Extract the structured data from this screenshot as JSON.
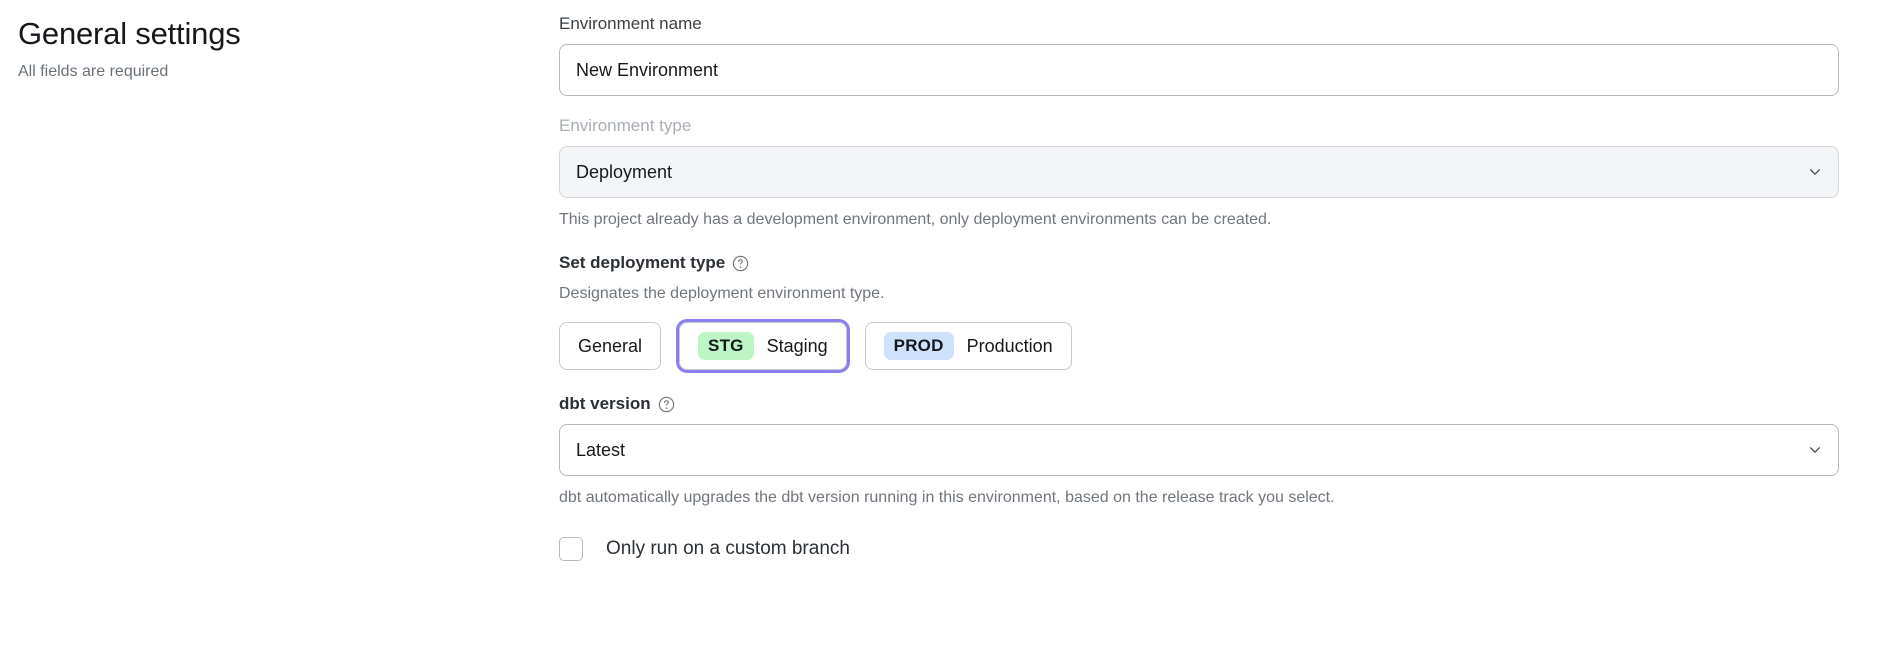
{
  "header": {
    "title": "General settings",
    "subtitle": "All fields are required"
  },
  "form": {
    "environment_name": {
      "label": "Environment name",
      "value": "New Environment",
      "placeholder": "Environment name"
    },
    "environment_type": {
      "label": "Environment type",
      "value": "Deployment",
      "help_text": "This project already has a development environment, only deployment environments can be created.",
      "chevron_icon": "chevron-down-icon",
      "disabled": true
    },
    "deployment_type": {
      "label": "Set deployment type",
      "help_icon": "question-circle-icon",
      "description": "Designates the deployment environment type.",
      "options": [
        {
          "label": "General",
          "badge": "",
          "selected": false
        },
        {
          "label": "Staging",
          "badge": "STG",
          "selected": true,
          "badge_color": "#bdf5c4"
        },
        {
          "label": "Production",
          "badge": "PROD",
          "selected": false,
          "badge_color": "#cfe2fb"
        }
      ],
      "focus_ring_color": "#8b7ff0"
    },
    "dbt_version": {
      "label": "dbt version",
      "help_icon": "question-circle-icon",
      "value": "Latest",
      "help_text": "dbt automatically upgrades the dbt version running in this environment, based on the release track you select.",
      "chevron_icon": "chevron-down-icon"
    },
    "custom_branch": {
      "label": "Only run on a custom branch",
      "checked": false
    }
  }
}
